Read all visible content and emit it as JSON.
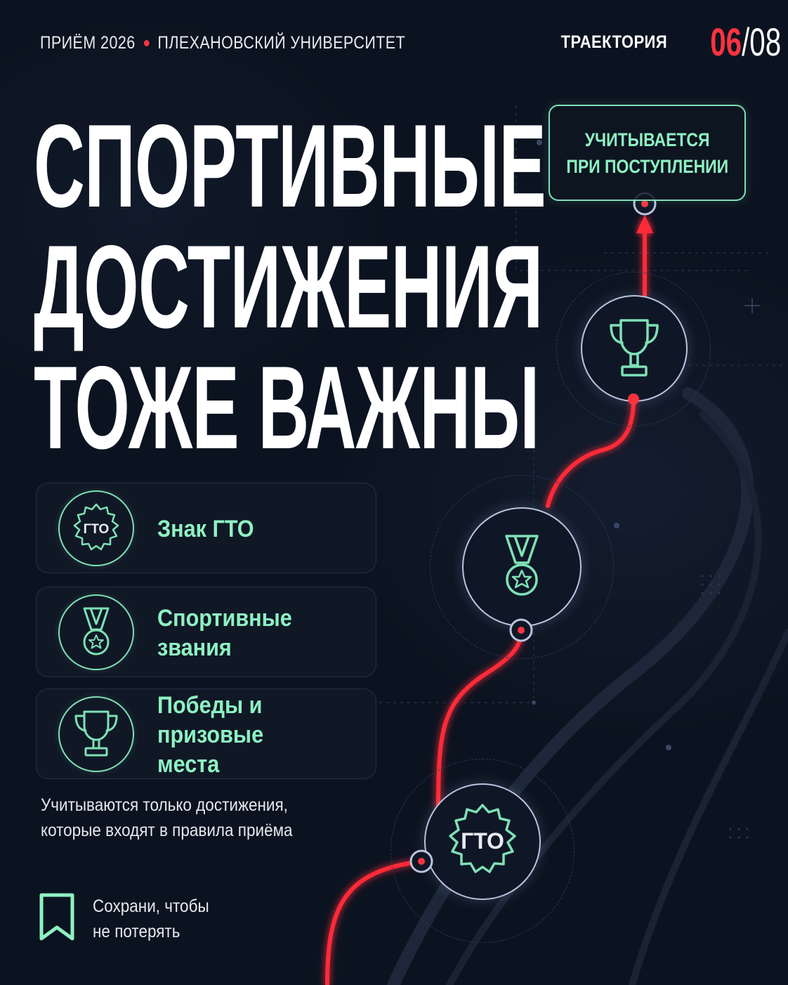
{
  "header": {
    "admission": "ПРИЁМ 2026",
    "university": "ПЛЕХАНОВСКИЙ УНИВЕРСИТЕТ",
    "series_label": "ТРАЕКТОРИЯ",
    "page_current": "06",
    "page_separator": "/",
    "page_total": "08"
  },
  "title": {
    "line1": "СПОРТИВНЫЕ",
    "line2": "ДОСТИЖЕНИЯ",
    "line3": "ТОЖЕ ВАЖНЫ"
  },
  "cards": [
    {
      "icon": "gto-badge-icon",
      "icon_text": "ГТО",
      "line1": "Знак ГТО",
      "line2": ""
    },
    {
      "icon": "medal-icon",
      "icon_text": "",
      "line1": "Спортивные",
      "line2": "звания"
    },
    {
      "icon": "trophy-icon",
      "icon_text": "",
      "line1": "Победы и призовые",
      "line2": "места"
    }
  ],
  "note": {
    "line1": "Учитываются только достижения,",
    "line2": "которые входят в правила приёма"
  },
  "save": {
    "icon": "bookmark-icon",
    "line1": "Сохрани, чтобы",
    "line2": "не потерять"
  },
  "path": {
    "final_line1": "УЧИТЫВАЕТСЯ",
    "final_line2": "ПРИ ПОСТУПЛЕНИИ",
    "node_gto_text": "ГТО"
  },
  "colors": {
    "background": "#0c1320",
    "accent_red": "#ff3340",
    "accent_mint": "#8ff0c2",
    "text": "#ffffff"
  }
}
